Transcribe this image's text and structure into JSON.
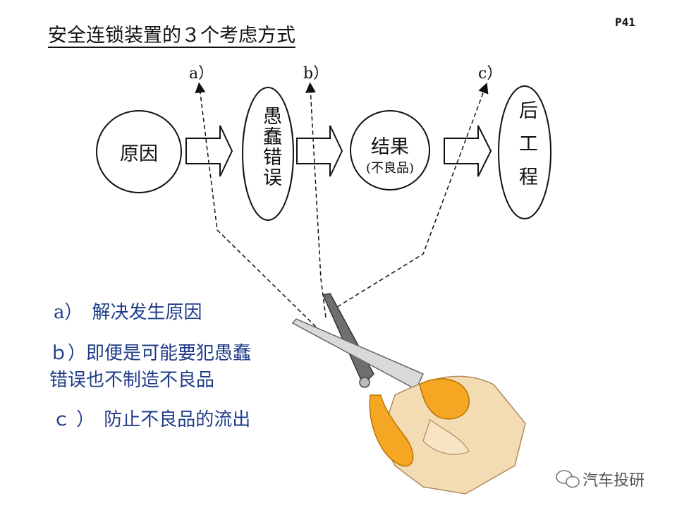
{
  "title": "安全连锁装置的３个考虑方式",
  "page_number": "P41",
  "labels": {
    "a": "a）",
    "b": "b）",
    "c": "c）"
  },
  "nodes": {
    "cause": "原因",
    "mistake": "愚蠢错误",
    "result_main": "结果",
    "result_sub": "(不良品)",
    "next_process": "后工程"
  },
  "notes": {
    "a": "a）　解决发生原因",
    "b_line1": "ｂ）即便是可能要犯愚蠢",
    "b_line2": "错误也不制造不良品",
    "c": "ｃ ）　防止不良品的流出"
  },
  "watermark": {
    "icon": "wechat-icon",
    "text": "汽车投研"
  },
  "colors": {
    "note_blue": "#1f3c88",
    "scissor_orange": "#f5a623",
    "hand": "#f3dcb4"
  }
}
